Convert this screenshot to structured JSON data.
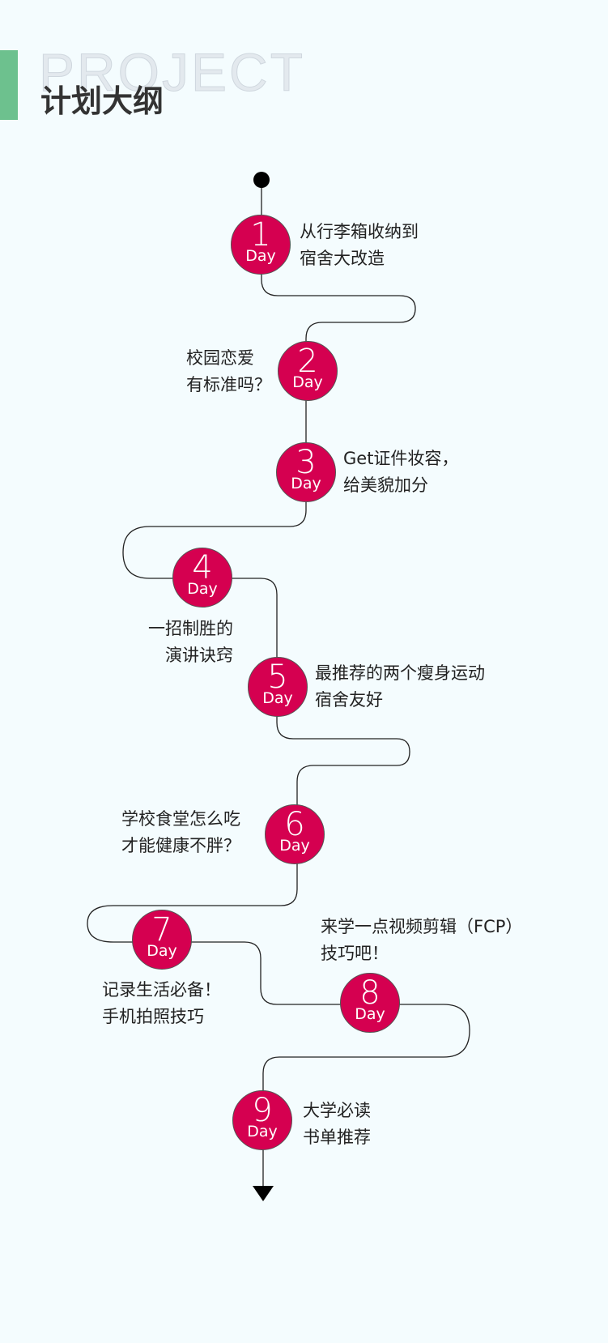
{
  "header": {
    "watermark": "PROJECT",
    "title": "计划大纲"
  },
  "colors": {
    "accent_bar": "#6dc18e",
    "node": "#d50050",
    "background": "#f4fcfe"
  },
  "day_word": "Day",
  "steps": [
    {
      "num": "1",
      "lines": [
        "从行李箱收纳到",
        "宿舍大改造"
      ]
    },
    {
      "num": "2",
      "lines": [
        "校园恋爱",
        "有标准吗？"
      ]
    },
    {
      "num": "3",
      "lines": [
        "Get证件妆容，",
        "给美貌加分"
      ]
    },
    {
      "num": "4",
      "lines": [
        "一招制胜的",
        "演讲诀窍"
      ]
    },
    {
      "num": "5",
      "lines": [
        "最推荐的两个瘦身运动",
        "宿舍友好"
      ]
    },
    {
      "num": "6",
      "lines": [
        "学校食堂怎么吃",
        "才能健康不胖？"
      ]
    },
    {
      "num": "7",
      "lines": [
        "记录生活必备！",
        "手机拍照技巧"
      ]
    },
    {
      "num": "8",
      "lines": [
        "来学一点视频剪辑（FCP）",
        "技巧吧！"
      ]
    },
    {
      "num": "9",
      "lines": [
        "大学必读",
        "书单推荐"
      ]
    }
  ]
}
